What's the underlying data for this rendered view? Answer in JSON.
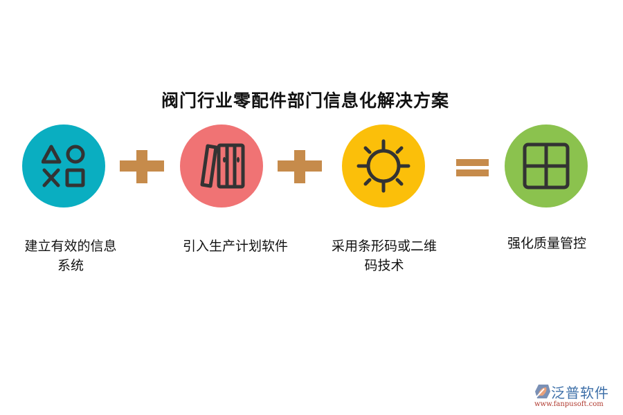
{
  "title": "阀门行业零配件部门信息化解决方案",
  "steps": [
    {
      "label_line1": "建立有效的信息",
      "label_line2": "系统",
      "icon": "shapes-icon",
      "color": "#0aaec1"
    },
    {
      "label_line1": "引入生产计划软件",
      "label_line2": "",
      "icon": "binders-icon",
      "color": "#f07374"
    },
    {
      "label_line1": "采用条形码或二维",
      "label_line2": "码技术",
      "icon": "gear-sun-icon",
      "color": "#fbbf0a"
    },
    {
      "label_line1": "强化质量管控",
      "label_line2": "",
      "icon": "grid-icon",
      "color": "#8bc24e"
    }
  ],
  "operators": [
    "+",
    "+",
    "="
  ],
  "operator_color": "#c68b4b",
  "icon_stroke_color": "#333333",
  "logo": {
    "name": "泛普软件",
    "url": "www.fanpusoft.com"
  }
}
